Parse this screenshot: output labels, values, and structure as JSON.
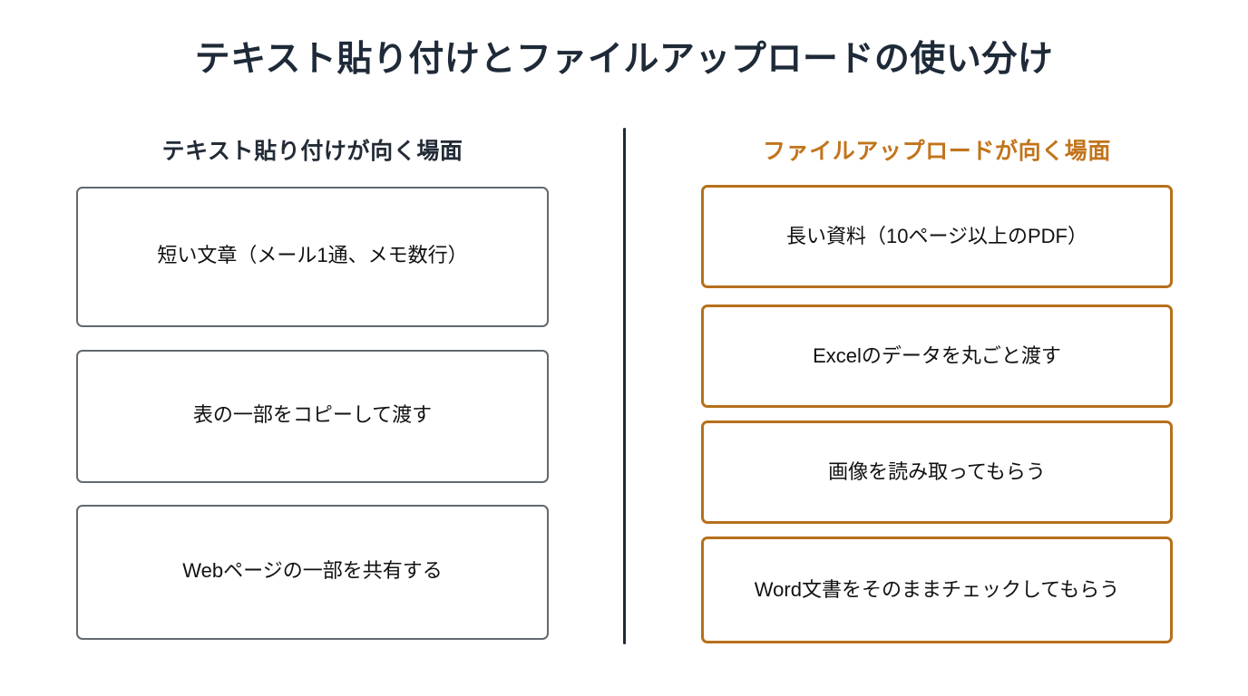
{
  "slide": {
    "title": "テキスト貼り付けとファイルアップロードの使い分け",
    "background_color": "#ffffff",
    "title_color": "#1e2a38",
    "divider_color": "#1e2a38"
  },
  "columns": {
    "left": {
      "header": "テキスト貼り付けが向く場面",
      "header_color": "#222b36",
      "border_color": "#62696f",
      "items": [
        {
          "label": "短い文章（メール1通、メモ数行）"
        },
        {
          "label": "表の一部をコピーして渡す"
        },
        {
          "label": "Webページの一部を共有する"
        }
      ]
    },
    "right": {
      "header": "ファイルアップロードが向く場面",
      "header_color": "#c2741b",
      "border_color": "#b5701b",
      "items": [
        {
          "label": "長い資料（10ページ以上のPDF）"
        },
        {
          "label": "Excelのデータを丸ごと渡す"
        },
        {
          "label": "画像を読み取ってもらう"
        },
        {
          "label": "Word文書をそのままチェックしてもらう"
        }
      ]
    }
  }
}
